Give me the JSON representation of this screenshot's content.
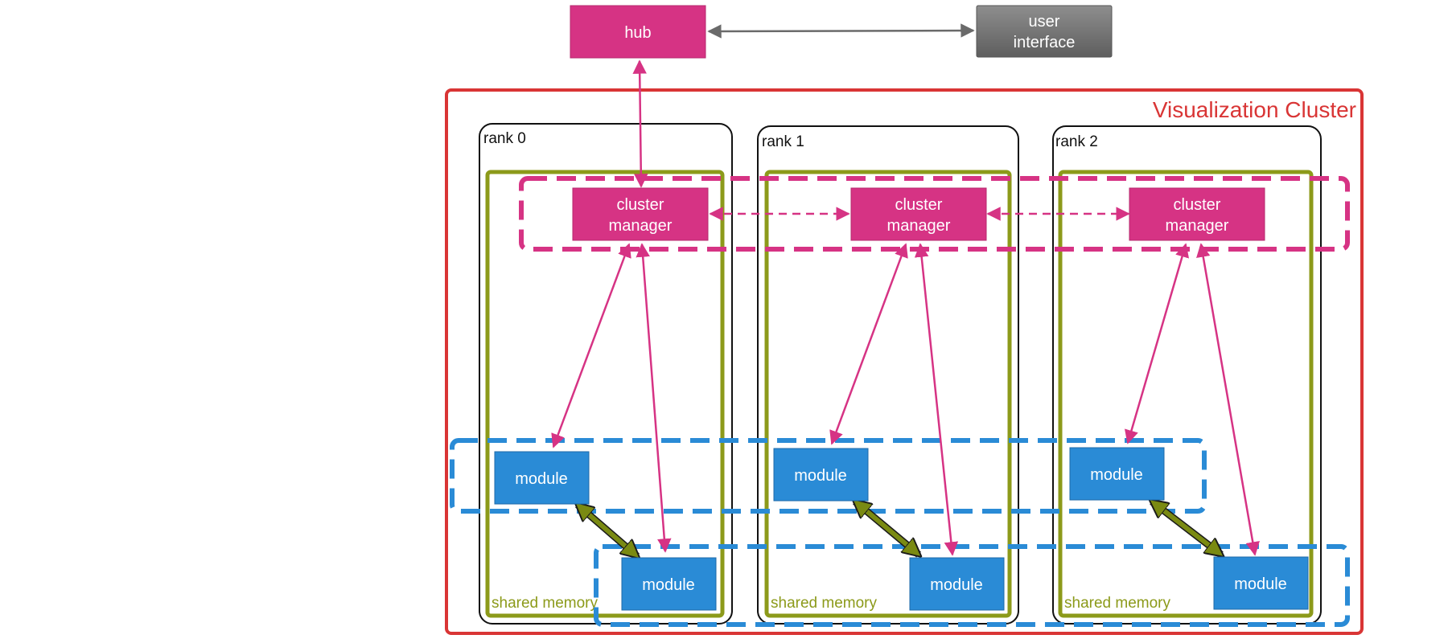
{
  "title": "Visualization Cluster",
  "hub": {
    "label": "hub"
  },
  "user_interface": {
    "label_line1": "user",
    "label_line2": "interface"
  },
  "ranks": [
    {
      "label": "rank 0",
      "shared_memory": "shared memory",
      "cluster_manager": [
        "cluster",
        "manager"
      ],
      "module_upper": "module",
      "module_lower": "module"
    },
    {
      "label": "rank 1",
      "shared_memory": "shared memory",
      "cluster_manager": [
        "cluster",
        "manager"
      ],
      "module_upper": "module",
      "module_lower": "module"
    },
    {
      "label": "rank 2",
      "shared_memory": "shared memory",
      "cluster_manager": [
        "cluster",
        "manager"
      ],
      "module_upper": "module",
      "module_lower": "module"
    }
  ],
  "colors": {
    "magenta": "#d63384",
    "blue": "#2a8bd6",
    "olive": "#8c9a1a",
    "red": "#d93535",
    "gray": "#707070",
    "dark": "#111111"
  }
}
